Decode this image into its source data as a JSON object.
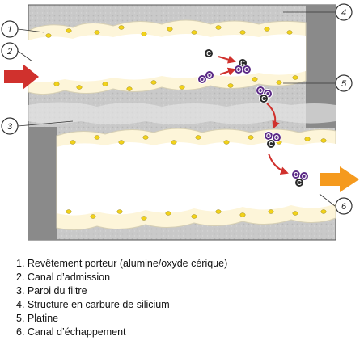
{
  "diagram": {
    "callouts": [
      {
        "number": "1"
      },
      {
        "number": "2"
      },
      {
        "number": "3"
      },
      {
        "number": "4"
      },
      {
        "number": "5"
      },
      {
        "number": "6"
      }
    ],
    "molecule_letters": {
      "carbon": "C",
      "oxygen": "O"
    },
    "colors": {
      "substrate": "#c8c8c8",
      "coating": "#fdf5d9",
      "platinum": "#f2d21a",
      "plug": "#8a8a8a",
      "inlet_arrow": "#d0312d",
      "outlet_arrow": "#f59a1e",
      "carbon": "#2a2a2a",
      "oxygen": "#5b2a86",
      "reaction_arrow": "#d0312d"
    },
    "icons": [
      "inlet-arrow-icon",
      "outlet-arrow-icon",
      "carbon-atom-icon",
      "oxygen-atom-icon",
      "platinum-particle-icon"
    ]
  },
  "legend": {
    "items": [
      {
        "label": "1. Revêtement porteur (alumine/oxyde cérique)"
      },
      {
        "label": "2. Canal d’admission"
      },
      {
        "label": "3. Paroi du filtre"
      },
      {
        "label": "4. Structure en carbure de silicium"
      },
      {
        "label": "5. Platine"
      },
      {
        "label": "6. Canal d’échappement"
      }
    ]
  }
}
